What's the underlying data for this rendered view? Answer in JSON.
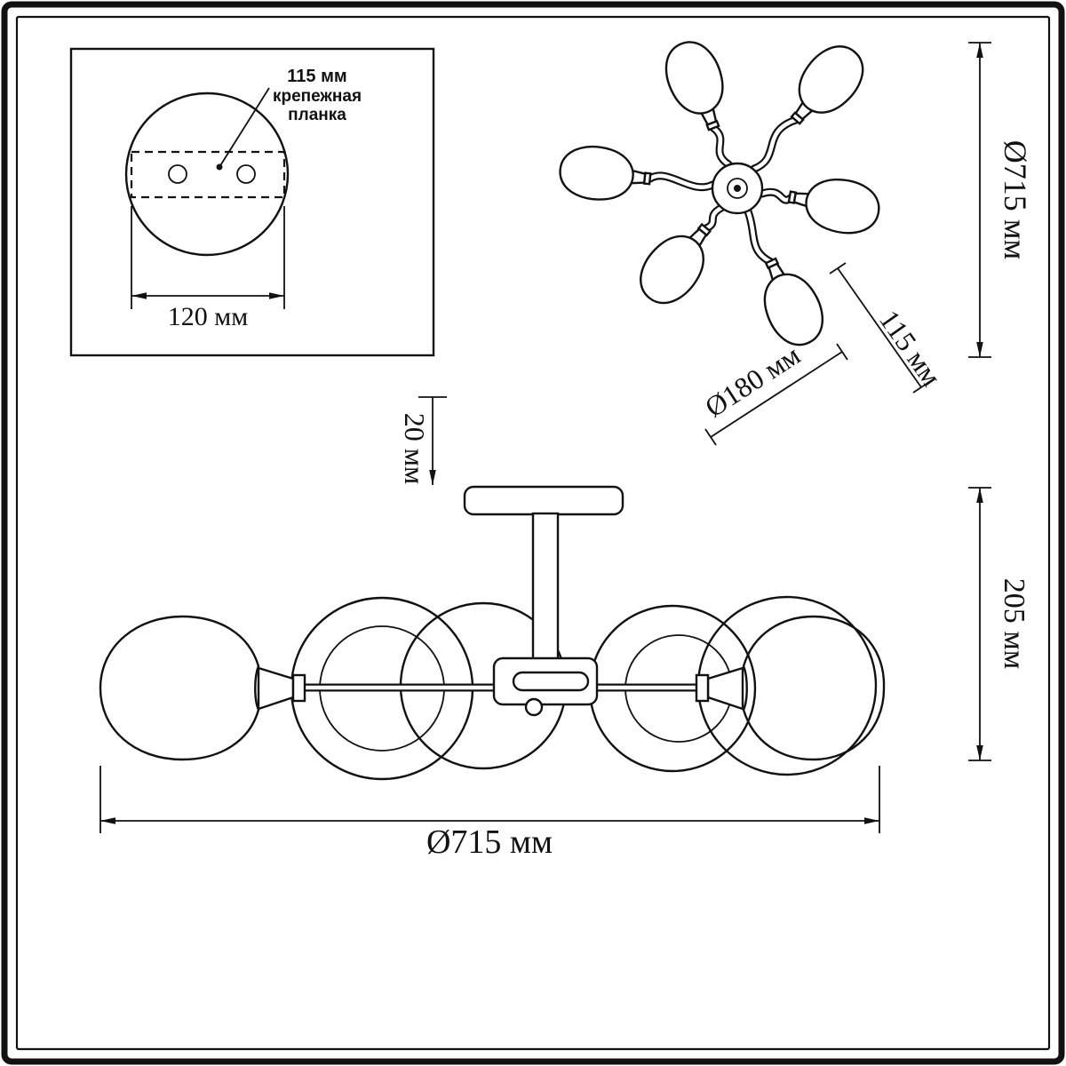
{
  "page": {
    "background": "#ffffff",
    "line_color": "#111111",
    "kind": "lighting-fixture-technical-drawing"
  },
  "mount_detail": {
    "dim_bracket": "115 мм",
    "bracket_label_line1": "крепежная",
    "bracket_label_line2": "планка",
    "dim_plate_width": "120 мм"
  },
  "top_view": {
    "dim_overall_diameter": "Ø715 мм",
    "dim_arm_offset": "115 мм",
    "dim_shade_diameter": "Ø180 мм"
  },
  "side_view": {
    "dim_canopy_height": "20 мм",
    "dim_body_height": "205 мм",
    "dim_overall_width": "Ø715 мм"
  }
}
